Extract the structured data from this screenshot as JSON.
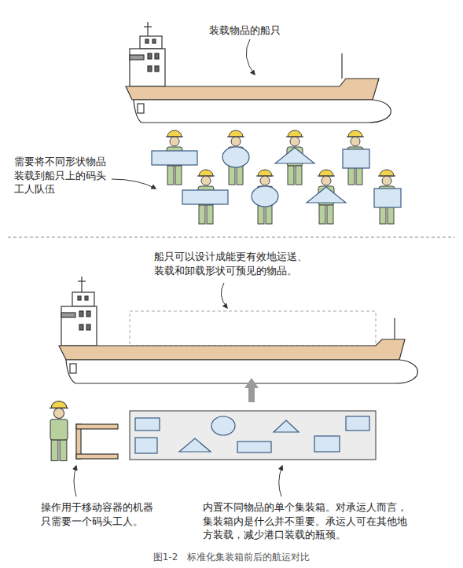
{
  "diagram": {
    "caption": "图1-2　标准化集装箱前后的航运对比",
    "labels": [
      "装载物品的船只",
      "需要将不同形状物品装载到船只上的码头工人队伍",
      "船只可以设计成能更有效地运送、装载和卸载形状可预见的物品。",
      "操作用于移动容器的机器只需要一个码头工人。",
      "内置不同物品的单个集装箱。对承运人而言，集装箱内是什么并不重要。承运人可在其他地方装载，减少港口装载的瓶颈。"
    ]
  }
}
